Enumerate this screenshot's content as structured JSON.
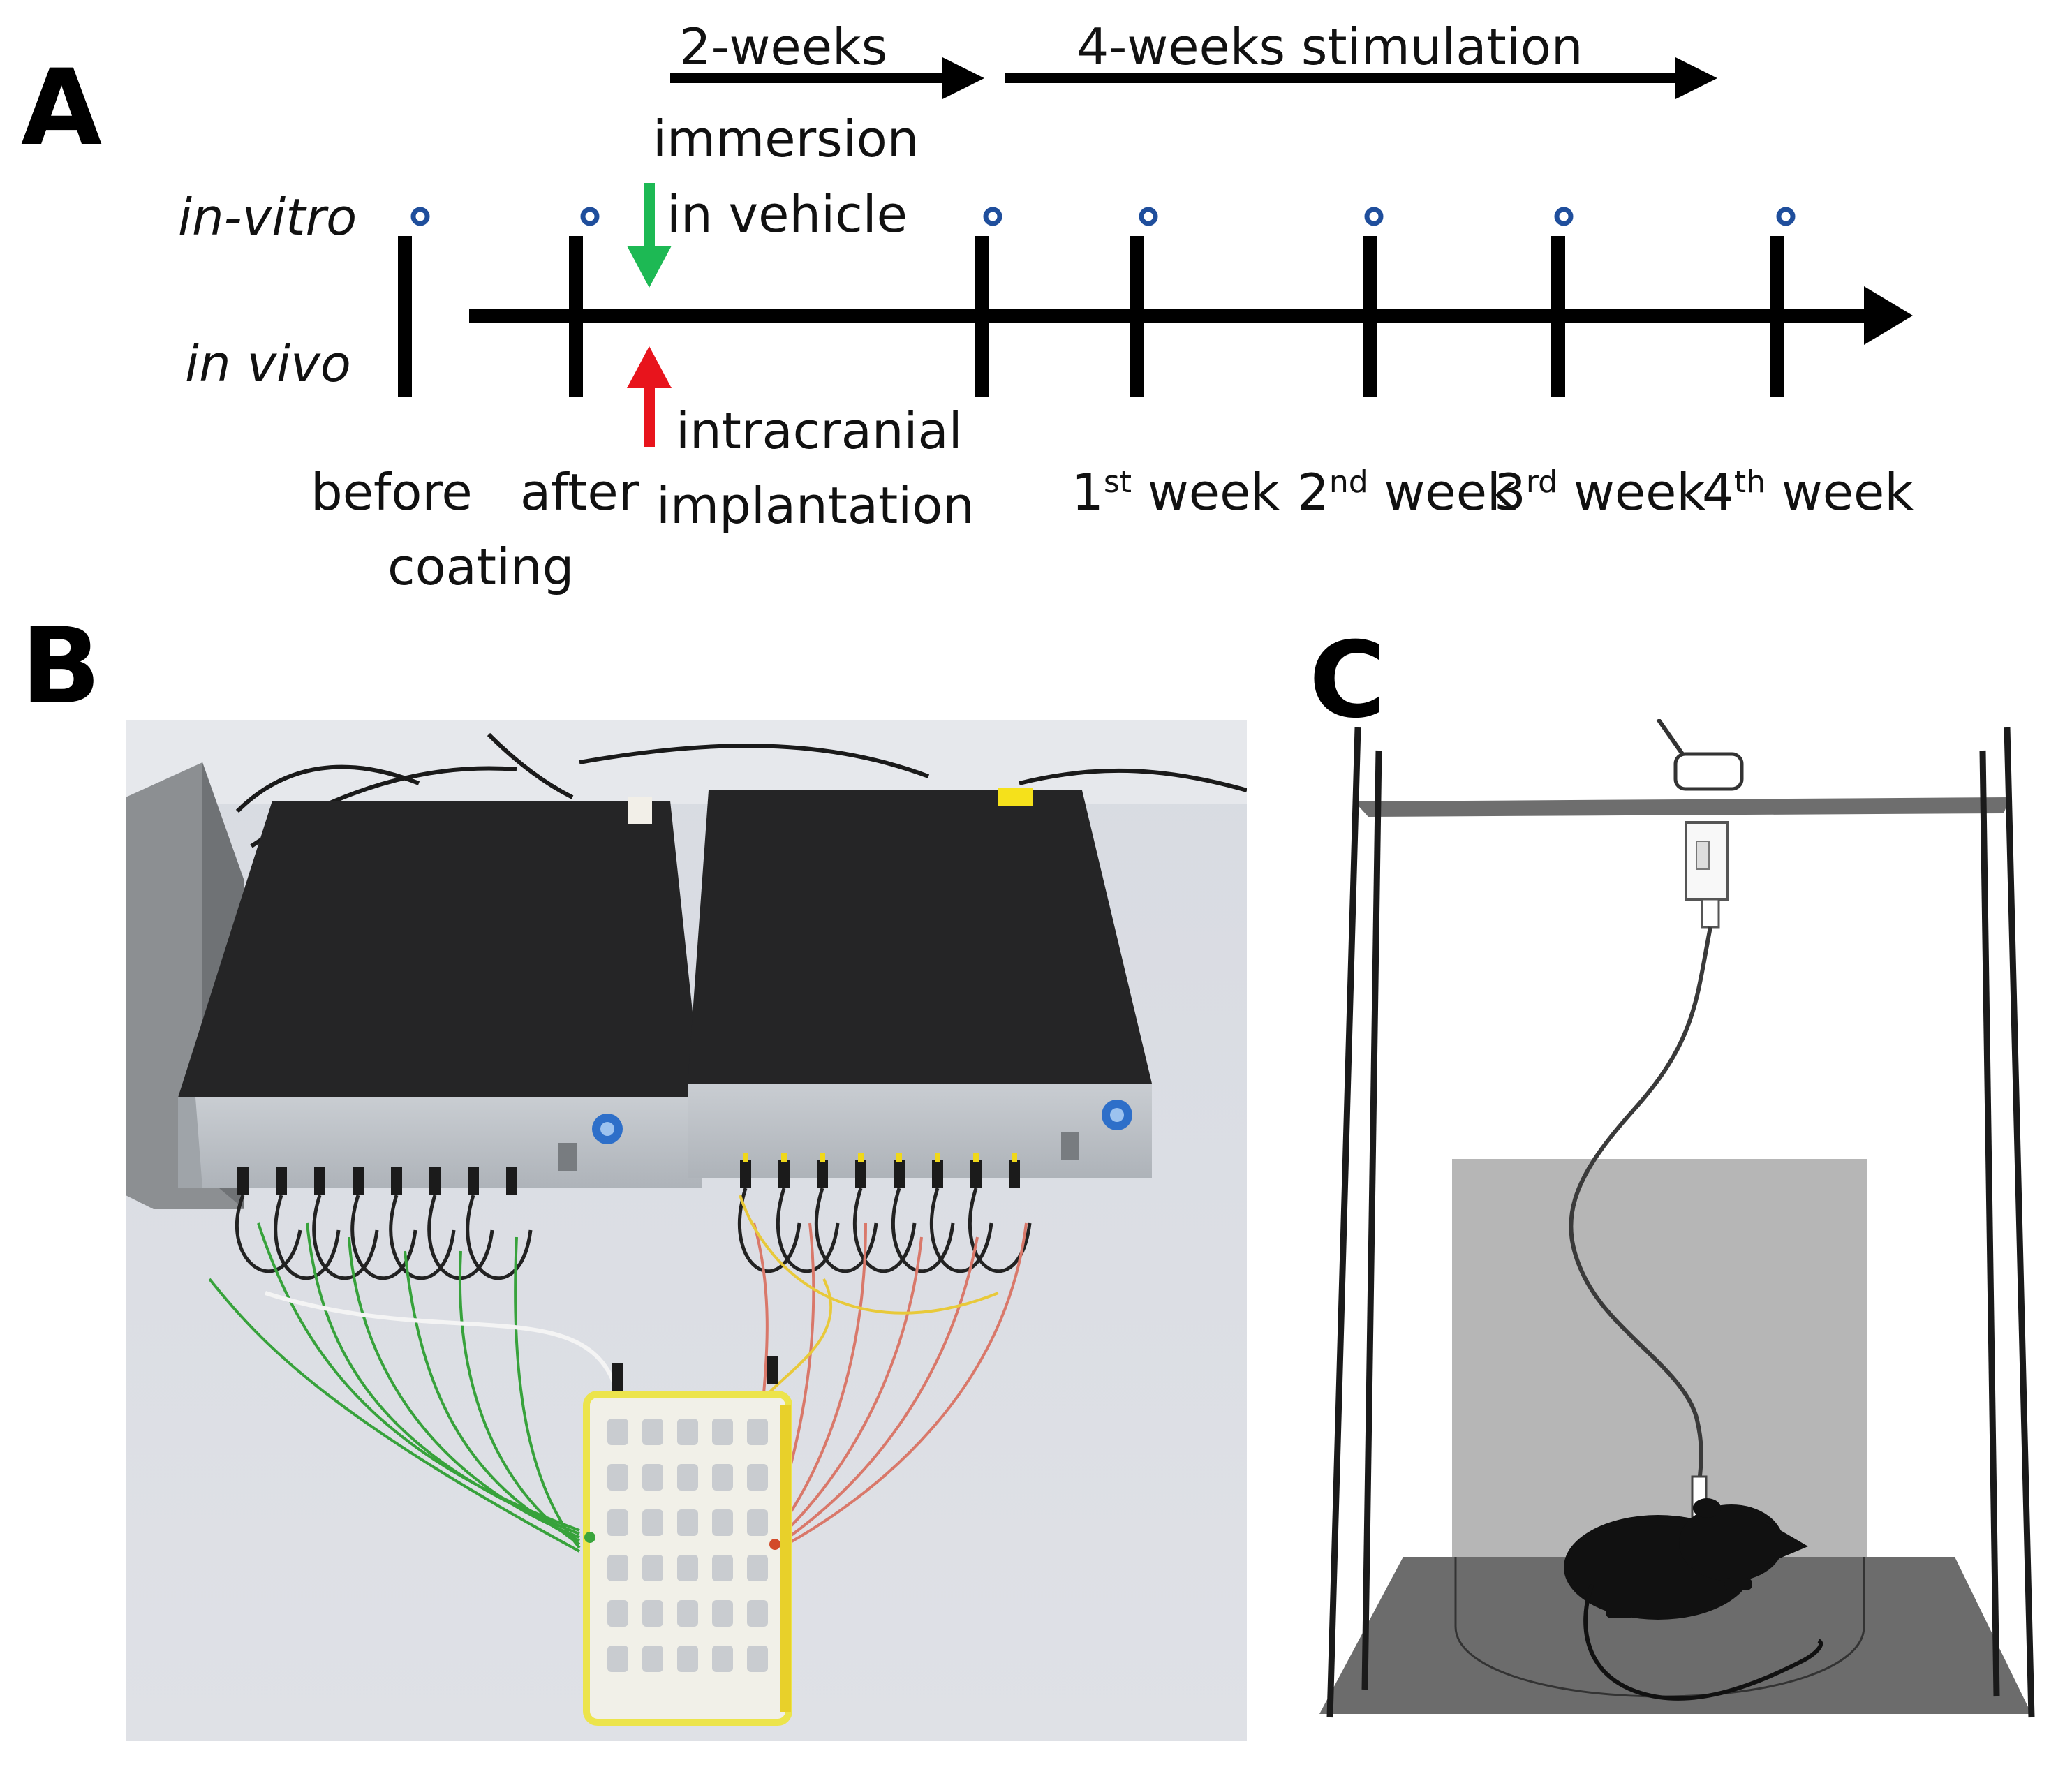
{
  "panels": {
    "a": "A",
    "b": "B",
    "c": "C"
  },
  "timeline": {
    "rows": {
      "in_vitro": "in-vitro",
      "in_vivo": "in vivo"
    },
    "spans": {
      "weeks2": "2-weeks",
      "weeks4": "4-weeks stimulation"
    },
    "green_label": [
      "immersion",
      "in vehicle"
    ],
    "red_label": [
      "intracranial",
      "implantation"
    ],
    "ticks": {
      "before": "before",
      "after": "after",
      "coating": "coating",
      "w1": {
        "n": "1",
        "sup": "st",
        "unit": " week"
      },
      "w2": {
        "n": "2",
        "sup": "nd",
        "unit": " week"
      },
      "w3": {
        "n": "3",
        "sup": "rd",
        "unit": " week"
      },
      "w4": {
        "n": "4",
        "sup": "th",
        "unit": " week"
      }
    },
    "colors": {
      "axis": "#000000",
      "green_arrow": "#1db954",
      "red_arrow": "#e8141c",
      "marker": "#1f4e9c"
    }
  },
  "photo_b": {
    "description_icons": [
      "stimulator-box",
      "electrode-board",
      "wires"
    ]
  },
  "diagram_c": {
    "icons": [
      "cage-frame",
      "camera",
      "commutator",
      "rat"
    ]
  }
}
